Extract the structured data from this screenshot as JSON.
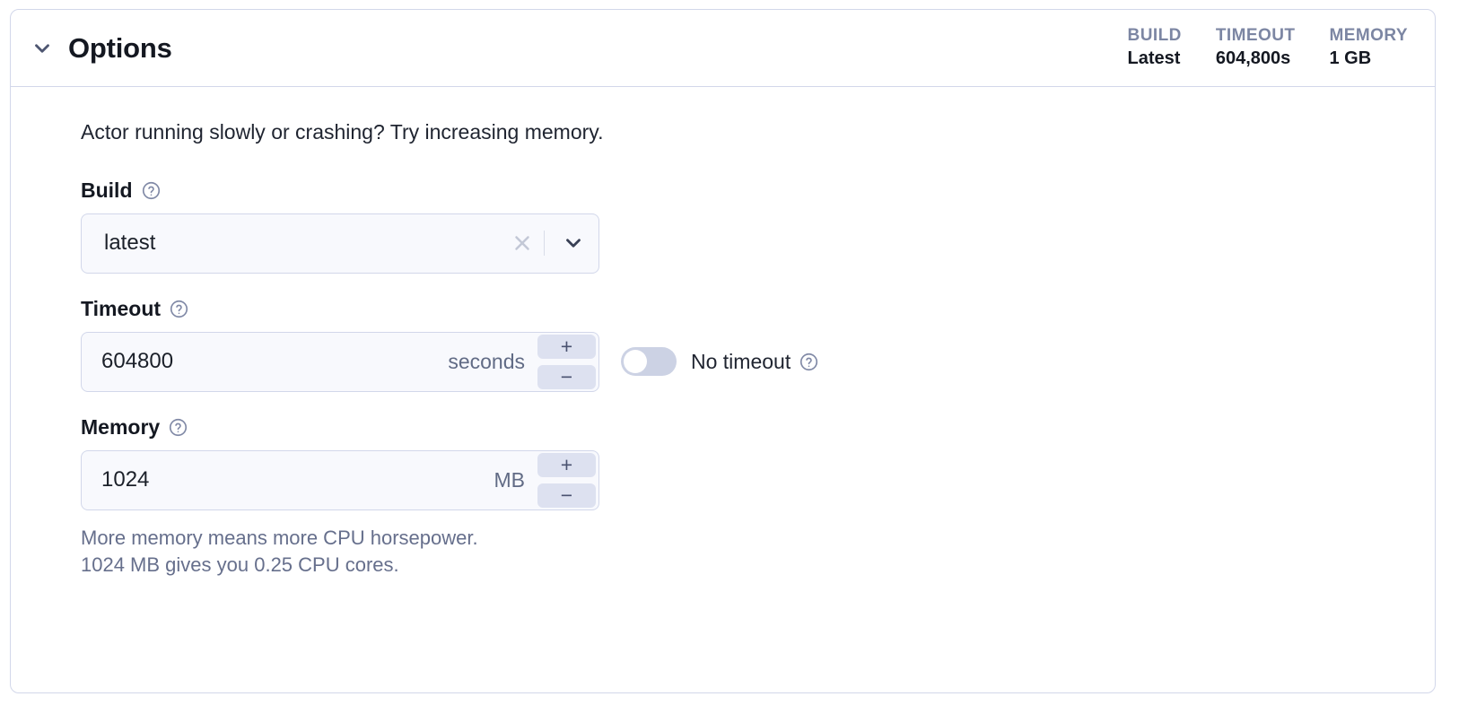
{
  "card": {
    "title": "Options",
    "collapse_icon": "chevron-down-icon",
    "stats": [
      {
        "label": "BUILD",
        "value": "Latest"
      },
      {
        "label": "TIMEOUT",
        "value": "604,800s"
      },
      {
        "label": "MEMORY",
        "value": "1 GB"
      }
    ],
    "intro": "Actor running slowly or crashing? Try increasing memory."
  },
  "build": {
    "label": "Build",
    "help_icon": "help-circle-icon",
    "value": "latest",
    "clear_icon": "close-icon",
    "dropdown_icon": "chevron-down-icon"
  },
  "timeout": {
    "label": "Timeout",
    "help_icon": "help-circle-icon",
    "value": "604800",
    "unit": "seconds",
    "increment_label": "+",
    "decrement_label": "−",
    "no_timeout_label": "No timeout",
    "no_timeout_help_icon": "help-circle-icon",
    "no_timeout_enabled": false
  },
  "memory": {
    "label": "Memory",
    "help_icon": "help-circle-icon",
    "value": "1024",
    "unit": "MB",
    "increment_label": "+",
    "decrement_label": "−",
    "helper_line_1": "More memory means more CPU horsepower.",
    "helper_line_2": "1024 MB gives you 0.25 CPU cores."
  },
  "colors": {
    "border": "#d2d7ea",
    "input_bg": "#f8f9fd",
    "stepper_bg": "#dde1f0",
    "muted_text": "#666f8c",
    "stat_label": "#7c86a3"
  }
}
